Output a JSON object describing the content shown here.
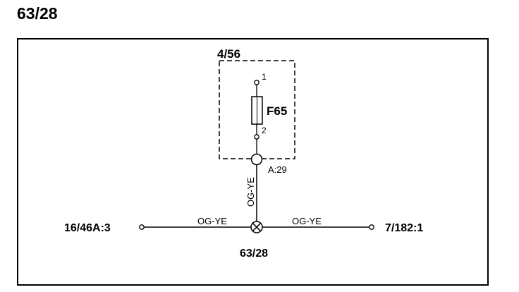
{
  "page": {
    "title": "63/28"
  },
  "component_box": {
    "label": "4/56"
  },
  "fuse": {
    "label": "F65",
    "pin_top": "1",
    "pin_bottom": "2"
  },
  "connector_top": {
    "label": "A:29"
  },
  "wires": {
    "vertical": "OG-YE",
    "left": "OG-YE",
    "right": "OG-YE"
  },
  "terminals": {
    "left": "16/46A:3",
    "right": "7/182:1"
  },
  "splice": {
    "label": "63/28"
  },
  "colors": {
    "line": "#000000",
    "background": "#ffffff"
  }
}
